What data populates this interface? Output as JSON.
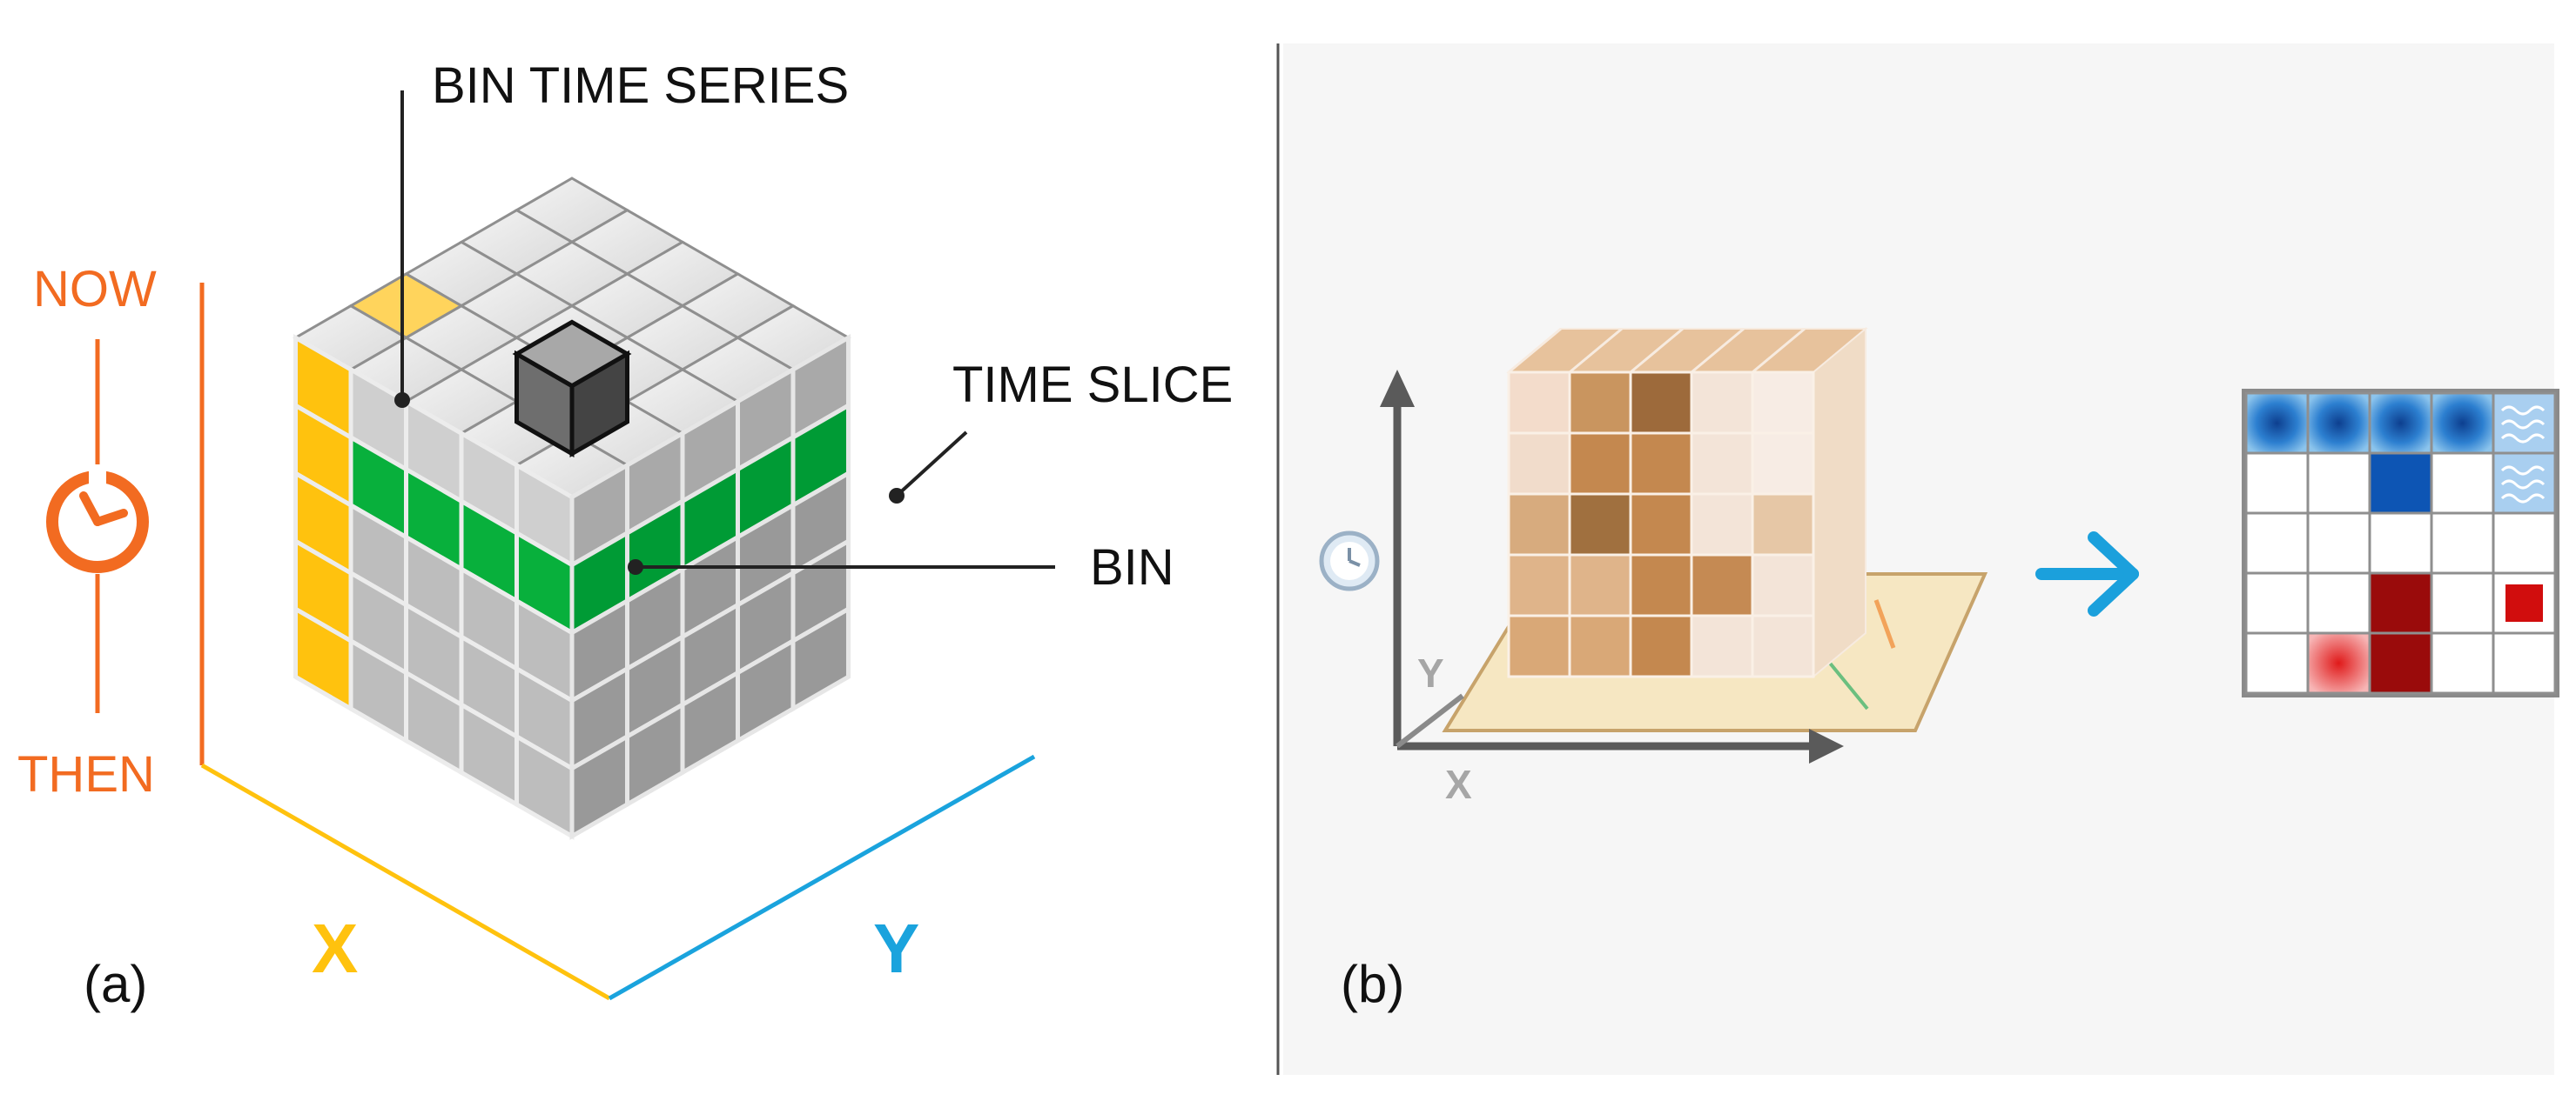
{
  "panel_a": {
    "label": "(a)",
    "callouts": {
      "bin_time_series": "BIN TIME SERIES",
      "time_slice": "TIME SLICE",
      "bin": "BIN"
    },
    "time_axis": {
      "now": "NOW",
      "then": "THEN"
    },
    "x_axis_label": "X",
    "y_axis_label": "Y",
    "cube_layers": 5,
    "colors": {
      "orange": "#f26b21",
      "yellow": "#ffc20e",
      "blue": "#1aa3dd",
      "green": "#00a33d",
      "cube_gray": "#c8c8c8",
      "dark_bin": "#5a5a5a"
    }
  },
  "panel_b": {
    "label": "(b)",
    "y_axis_label": "Y",
    "x_axis_label": "X",
    "time_icon": "clock-icon",
    "arrow_icon": "right-arrow-icon",
    "colors": {
      "divider": "#555555",
      "background": "#f5f5f5",
      "arrow": "#1ba0dc"
    }
  }
}
